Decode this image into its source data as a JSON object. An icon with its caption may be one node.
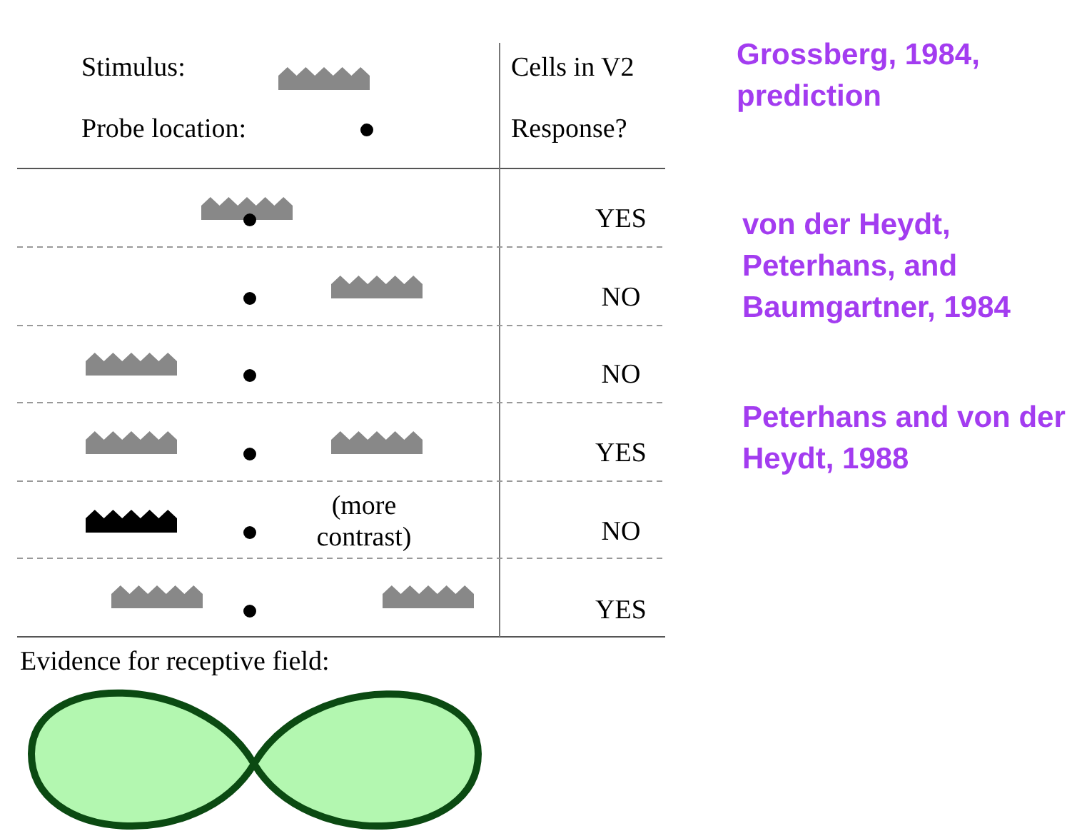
{
  "diagram": {
    "labels": [
      "Stimulus:",
      "Cells in V2",
      "Probe location:",
      "Response?",
      "YES",
      "NO",
      "NO",
      "YES",
      "(more contrast)",
      "NO",
      "YES",
      "Evidence for receptive field:",
      "Grossberg, 1984, prediction",
      "von der Heydt, Peterhans, and Baumgartner, 1984",
      "Peterhans and von der Heydt, 1988"
    ]
  }
}
